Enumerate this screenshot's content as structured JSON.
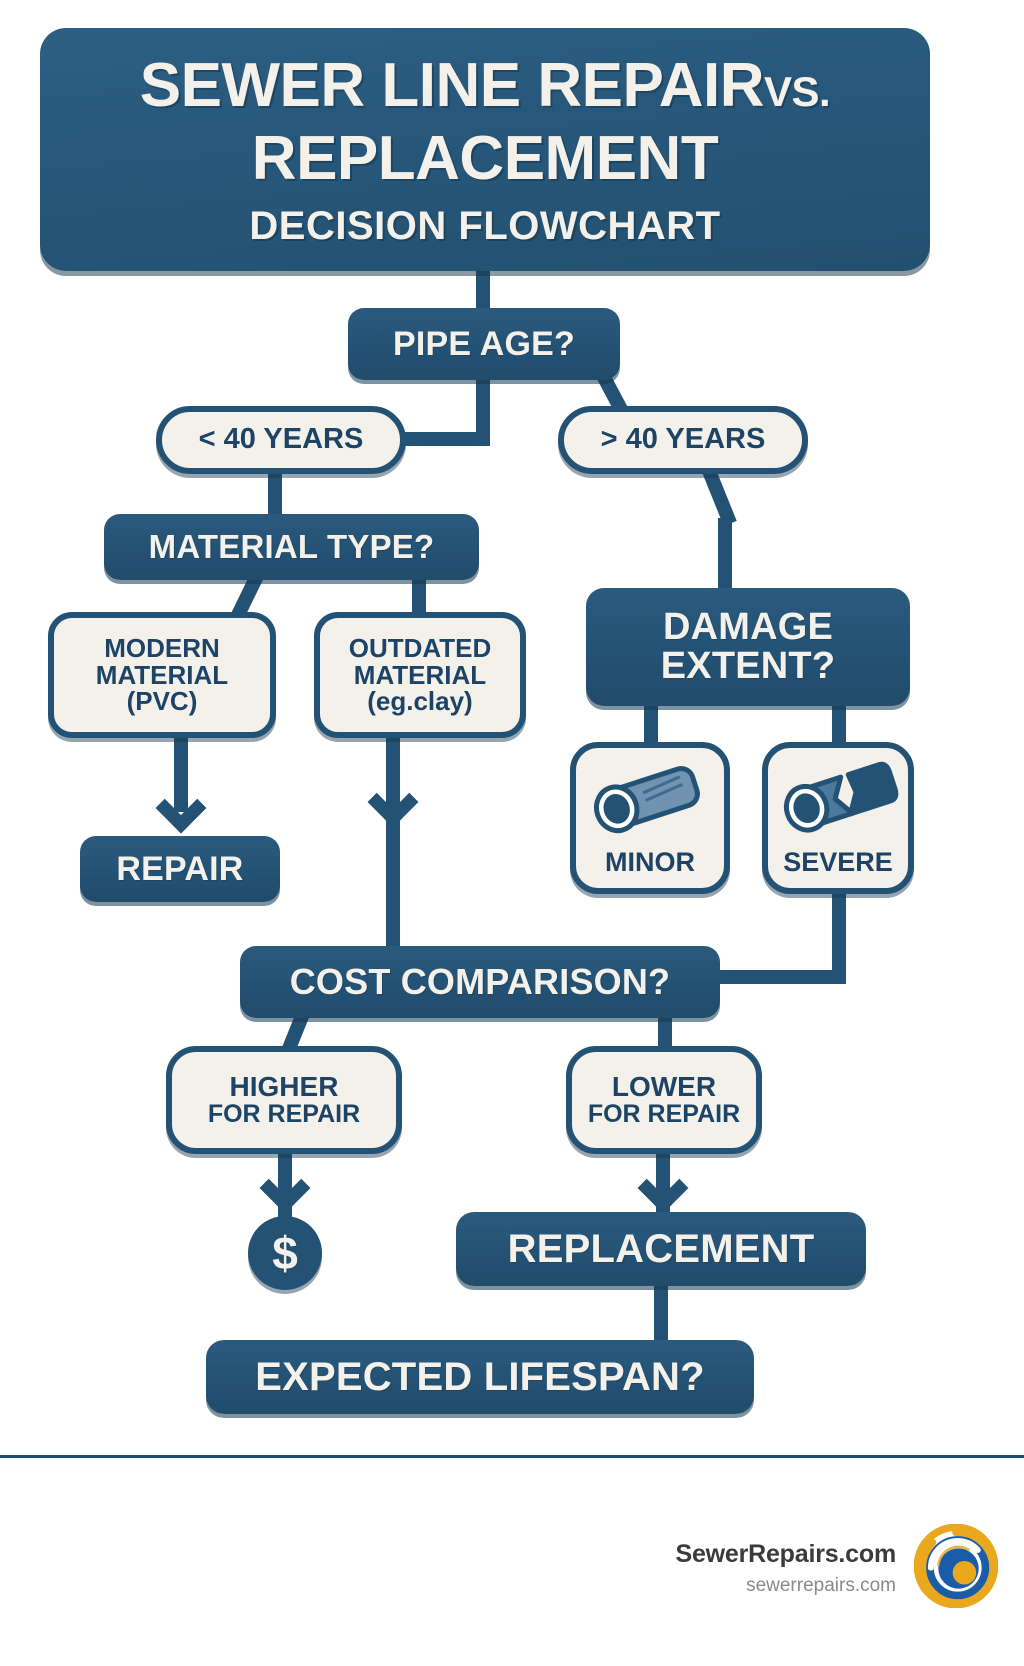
{
  "title": {
    "line1": "SEWER LINE REPAIR",
    "vs": "VS.",
    "line2": "REPLACEMENT",
    "line3": "DECISION FLOWCHART"
  },
  "flowchart": {
    "type": "decision-flowchart",
    "nodes": [
      {
        "id": "pipe-age",
        "label": "PIPE AGE?",
        "kind": "question"
      },
      {
        "id": "lt-40",
        "label": "< 40 YEARS",
        "kind": "option"
      },
      {
        "id": "gt-40",
        "label": "> 40 YEARS",
        "kind": "option"
      },
      {
        "id": "material",
        "label": "MATERIAL TYPE?",
        "kind": "question"
      },
      {
        "id": "modern",
        "label": "MODERN MATERIAL (PVC)",
        "kind": "option"
      },
      {
        "id": "outdated",
        "label": "OUTDATED MATERIAL (eg.clay)",
        "kind": "option"
      },
      {
        "id": "repair",
        "label": "REPAIR",
        "kind": "outcome"
      },
      {
        "id": "damage",
        "label": "DAMAGE EXTENT?",
        "kind": "question"
      },
      {
        "id": "minor",
        "label": "MINOR",
        "kind": "option"
      },
      {
        "id": "severe",
        "label": "SEVERE",
        "kind": "option"
      },
      {
        "id": "cost",
        "label": "COST COMPARISON?",
        "kind": "question"
      },
      {
        "id": "higher",
        "label": "HIGHER FOR REPAIR",
        "kind": "option"
      },
      {
        "id": "lower",
        "label": "LOWER FOR REPAIR",
        "kind": "option"
      },
      {
        "id": "dollar",
        "label": "$",
        "kind": "outcome-icon"
      },
      {
        "id": "replacement",
        "label": "REPLACEMENT",
        "kind": "outcome"
      },
      {
        "id": "lifespan",
        "label": "EXPECTED LIFESPAN?",
        "kind": "question"
      }
    ],
    "edges": [
      {
        "from": "title",
        "to": "pipe-age"
      },
      {
        "from": "pipe-age",
        "to": "lt-40"
      },
      {
        "from": "pipe-age",
        "to": "gt-40"
      },
      {
        "from": "lt-40",
        "to": "material"
      },
      {
        "from": "material",
        "to": "modern"
      },
      {
        "from": "material",
        "to": "outdated"
      },
      {
        "from": "modern",
        "to": "repair"
      },
      {
        "from": "outdated",
        "to": "cost"
      },
      {
        "from": "gt-40",
        "to": "damage"
      },
      {
        "from": "damage",
        "to": "minor"
      },
      {
        "from": "damage",
        "to": "severe"
      },
      {
        "from": "severe",
        "to": "cost"
      },
      {
        "from": "cost",
        "to": "higher"
      },
      {
        "from": "cost",
        "to": "lower"
      },
      {
        "from": "higher",
        "to": "dollar"
      },
      {
        "from": "lower",
        "to": "replacement"
      },
      {
        "from": "replacement",
        "to": "lifespan"
      }
    ]
  },
  "nodes": {
    "pipe_age": "PIPE AGE?",
    "lt_40": "< 40 YEARS",
    "gt_40": "> 40 YEARS",
    "material_type": "MATERIAL TYPE?",
    "modern_l1": "MODERN",
    "modern_l2": "MATERIAL",
    "modern_l3": "(PVC)",
    "outdated_l1": "OUTDATED",
    "outdated_l2": "MATERIAL",
    "outdated_l3": "(eg.clay)",
    "repair": "REPAIR",
    "damage_l1": "DAMAGE",
    "damage_l2": "EXTENT?",
    "minor": "MINOR",
    "severe": "SEVERE",
    "cost_comparison": "COST COMPARISON?",
    "higher_l1": "HIGHER",
    "higher_l2": "FOR REPAIR",
    "lower_l1": "LOWER",
    "lower_l2": "FOR REPAIR",
    "dollar": "$",
    "replacement": "REPLACEMENT",
    "lifespan": "EXPECTED LIFESPAN?"
  },
  "icons": {
    "minor": "intact-pipe-icon",
    "severe": "cracked-pipe-icon",
    "dollar": "dollar-sign-icon",
    "logo": "sewerrepairs-swirl-logo"
  },
  "footer": {
    "brand_name": "SewerRepairs.com",
    "brand_url": "sewerrepairs.com"
  },
  "colors": {
    "primary_blue": "#245274",
    "deep_blue": "#1d4467",
    "cream": "#f4f1ea",
    "background": "#ffffff",
    "logo_gold": "#eaa81e",
    "logo_blue": "#1a5ca8",
    "footer_text": "#3b3b3b",
    "footer_url": "#8a8a8a"
  }
}
